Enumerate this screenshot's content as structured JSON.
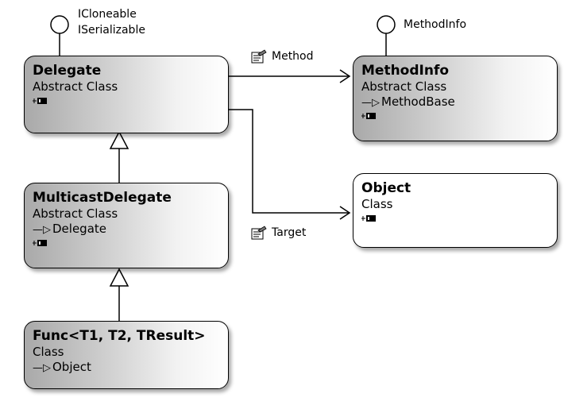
{
  "diagram": {
    "classes": {
      "delegate": {
        "name": "Delegate",
        "kind": "Abstract Class",
        "interfaces": [
          "ICloneable",
          "ISerializable"
        ]
      },
      "multicast": {
        "name": "MulticastDelegate",
        "kind": "Abstract Class",
        "base": "Delegate"
      },
      "func": {
        "name": "Func<T1, T2, TResult>",
        "kind": "Class",
        "base": "Object"
      },
      "methodinfo": {
        "name": "MethodInfo",
        "kind": "Abstract Class",
        "base": "MethodBase",
        "interfaces": [
          "MethodInfo"
        ]
      },
      "object": {
        "name": "Object",
        "kind": "Class"
      }
    },
    "associations": {
      "method": "Method",
      "target": "Target"
    },
    "icons": {
      "interface": "lollipop-icon",
      "property": "property-icon",
      "expand": "collapse-toggle-icon",
      "inheritance": "inheritance-arrow-icon"
    }
  }
}
